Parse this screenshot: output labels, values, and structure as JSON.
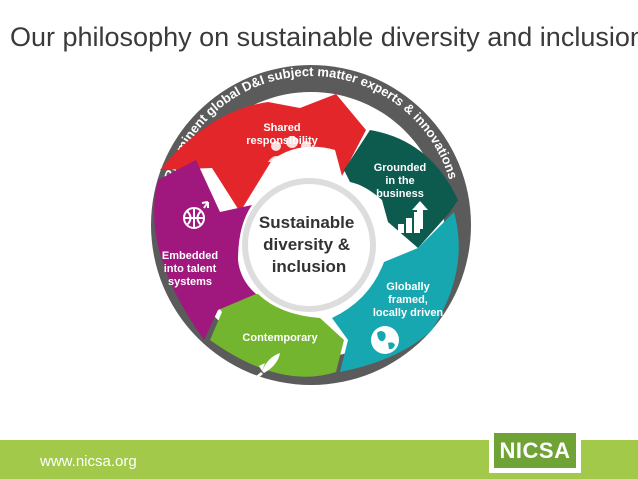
{
  "title": "Our philosophy on sustainable diversity and inclusion",
  "ring_text": "Preeminent global D&I subject matter experts & innovations",
  "center": {
    "line1": "Sustainable",
    "line2": "diversity &",
    "line3": "inclusion"
  },
  "segments": [
    {
      "id": "shared",
      "lines": [
        "Shared",
        "responsibility"
      ],
      "color": "#e3262a",
      "icon": "people-icon"
    },
    {
      "id": "grounded",
      "lines": [
        "Grounded",
        "in the",
        "business"
      ],
      "color": "#0d5a4f",
      "icon": "bar-chart-arrow-icon"
    },
    {
      "id": "globally",
      "lines": [
        "Globally",
        "framed,",
        "locally driven"
      ],
      "color": "#17a7b0",
      "icon": "globe-icon"
    },
    {
      "id": "contemporary",
      "lines": [
        "Contemporary"
      ],
      "color": "#74b52f",
      "icon": "rocket-icon"
    },
    {
      "id": "embedded",
      "lines": [
        "Embedded",
        "into talent",
        "systems"
      ],
      "color": "#a0177d",
      "icon": "globe-arrow-icon"
    }
  ],
  "colors": {
    "outer_ring": "#5b5b5b",
    "footer": "#a2c94a",
    "logo": "#6fa335"
  },
  "footer": {
    "url": "www.nicsa.org",
    "logo_text": "NICSA"
  }
}
